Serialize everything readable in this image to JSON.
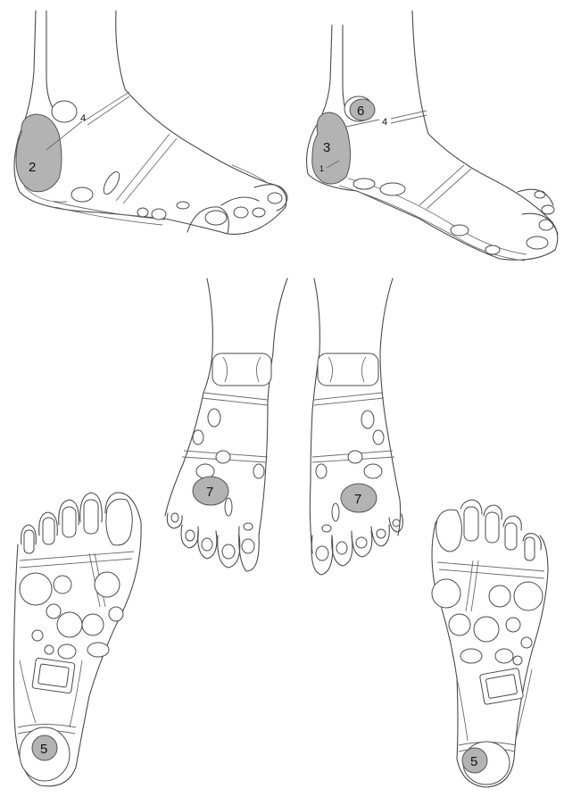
{
  "points": {
    "p1": "1",
    "p2": "2",
    "p3": "3",
    "p4a": "4",
    "p4b": "4",
    "p5a": "5",
    "p5b": "5",
    "p6": "6",
    "p7a": "7",
    "p7b": "7"
  },
  "colors": {
    "highlight": "#b3b3b3",
    "line": "#4a4a4a",
    "background": "#ffffff"
  }
}
